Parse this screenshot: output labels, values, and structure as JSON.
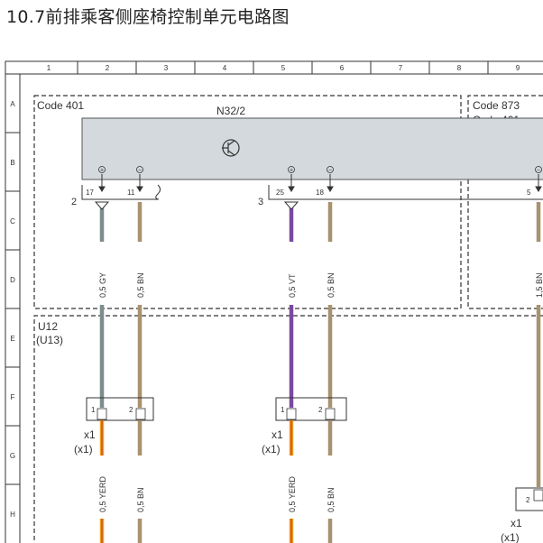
{
  "title": "10.7前排乘客侧座椅控制单元电路图",
  "grid": {
    "columns": [
      "1",
      "2",
      "3",
      "4",
      "5",
      "6",
      "7",
      "8",
      "9"
    ],
    "rows": [
      "A",
      "B",
      "C",
      "D",
      "E",
      "F",
      "G",
      "H"
    ]
  },
  "blocks": {
    "code401": "Code 401",
    "code873": "Code 873",
    "code401b": "Code 401",
    "n32": "N32/2",
    "u12": "U12",
    "u13": "(U13)"
  },
  "pins": {
    "g2": "2",
    "p17": "17",
    "p11": "11",
    "g3": "3",
    "p25": "25",
    "p18": "18",
    "p5": "5"
  },
  "polarity": {
    "plus": "+",
    "minus": "−"
  },
  "wires": {
    "w1": "0,5 GY",
    "w2": "0,5 BN",
    "w3": "0,5 VT",
    "w4": "0,5 BN",
    "w5": "1,5 BN",
    "w6": "0,5 YERD",
    "w7": "0,5 BN",
    "w8": "0,5 YERD",
    "w9": "0,5 BN"
  },
  "connectors": {
    "c1_pin1": "1",
    "c1_pin2": "2",
    "c2_pin1": "1",
    "c2_pin2": "2",
    "c3_pin2": "2",
    "x1a": "x1",
    "x1a_alt": "(x1)",
    "x1b": "x1",
    "x1b_alt": "(x1)",
    "x1c": "x1",
    "x1c_alt": "(x1)"
  },
  "colors": {
    "gray_wire": "#7f8c8d",
    "brown_wire": "#a8926f",
    "violet_wire": "#7a4aa0",
    "yellow_red_wire": "#f0a020",
    "module_fill": "#d3d9dc"
  }
}
